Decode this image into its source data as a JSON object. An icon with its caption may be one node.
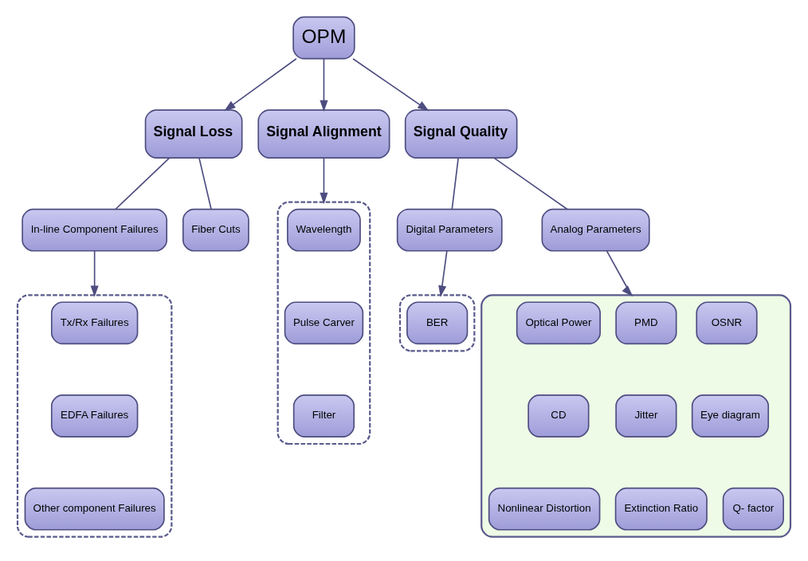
{
  "diagram": {
    "nodes": [
      {
        "text": [
          "OPM"
        ]
      },
      {
        "text": [
          "Signal Loss"
        ]
      },
      {
        "text": [
          "Signal Alignment"
        ]
      },
      {
        "text": [
          "Signal Quality"
        ]
      },
      {
        "text": [
          "In-line Component Failures"
        ]
      },
      {
        "text": [
          "Fiber Cuts"
        ]
      },
      {
        "text": [],
        "shape": "box"
      },
      {
        "text": [
          "Tx/Rx Failures"
        ],
        "in": 6
      },
      {
        "text": [
          "EDFA Failures"
        ],
        "in": 6
      },
      {
        "text": [
          "Other component Failures"
        ],
        "in": 6
      },
      {
        "text": [],
        "shape": "box"
      },
      {
        "text": [
          "Wavelength"
        ],
        "in": 10
      },
      {
        "text": [
          "Pulse Carver"
        ],
        "in": 10
      },
      {
        "text": [
          "Filter"
        ],
        "in": 10
      },
      {
        "text": [
          "Digital Parameters"
        ]
      },
      {
        "text": [
          "Analog Parameters"
        ]
      },
      {
        "text": [],
        "shape": "box"
      },
      {
        "text": [
          "BER"
        ],
        "in": 16
      },
      {
        "text": [],
        "shape": "box"
      },
      {
        "text": [
          "Optical Power"
        ],
        "in": 18
      },
      {
        "text": [
          "PMD"
        ],
        "in": 18
      },
      {
        "text": [
          "OSNR"
        ],
        "in": 18
      },
      {
        "text": [
          "CD"
        ],
        "in": 18
      },
      {
        "text": [
          "Jitter"
        ],
        "in": 18
      },
      {
        "text": [
          "Eye diagram"
        ],
        "in": 18
      },
      {
        "text": [
          "Nonlinear Distortion"
        ],
        "in": 18
      },
      {
        "text": [
          "Extinction Ratio"
        ],
        "in": 18
      },
      {
        "text": [
          "Q- factor"
        ],
        "in": 18
      }
    ],
    "edges": [
      {
        "from": 0,
        "to": 1,
        "arrow": "to"
      },
      {
        "from": 0,
        "to": 2,
        "arrow": "to"
      },
      {
        "from": 0,
        "to": 3,
        "arrow": "to"
      },
      {
        "from": 1,
        "to": 4,
        "arrow": "none"
      },
      {
        "from": 1,
        "to": 5,
        "arrow": "none"
      },
      {
        "from": 4,
        "to": 6,
        "arrow": "to"
      },
      {
        "from": 2,
        "to": 10,
        "arrow": "to"
      },
      {
        "from": 3,
        "to": 14,
        "arrow": "none"
      },
      {
        "from": 3,
        "to": 15,
        "arrow": "none"
      },
      {
        "from": 14,
        "to": 16,
        "arrow": "to"
      },
      {
        "from": 15,
        "to": 18,
        "arrow": "to"
      }
    ]
  }
}
